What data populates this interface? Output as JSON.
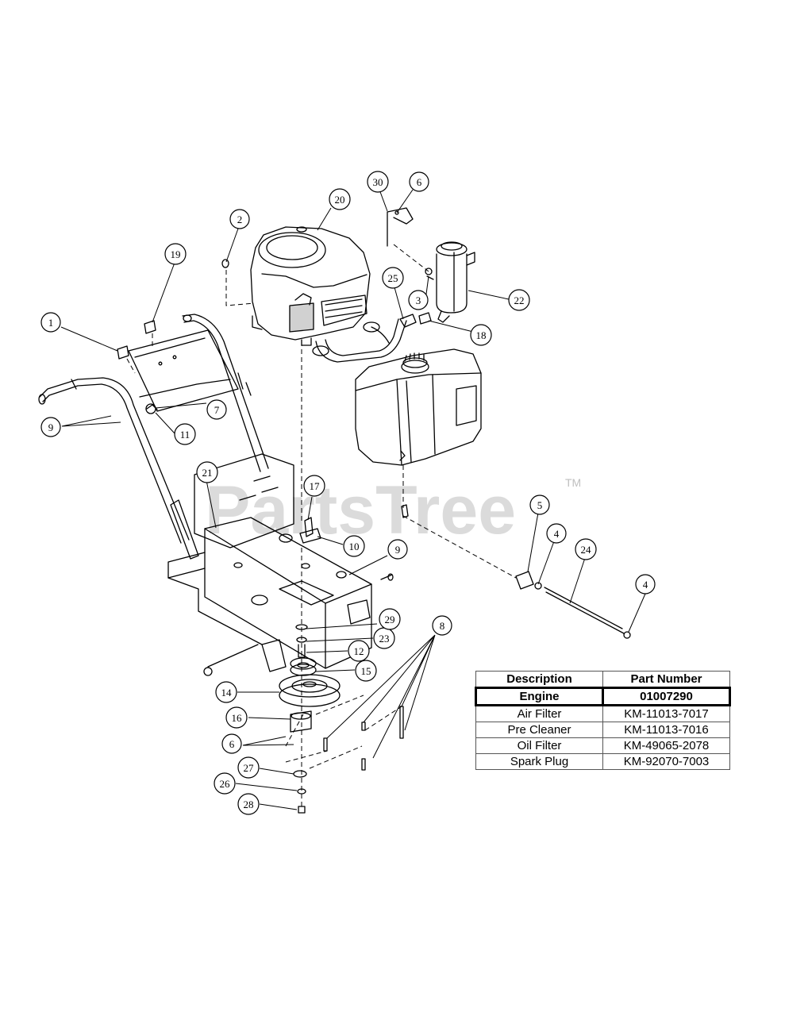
{
  "watermark": {
    "text": "PartsTree",
    "tm": "TM"
  },
  "callouts": [
    {
      "id": "c1",
      "label": "1"
    },
    {
      "id": "c2",
      "label": "2"
    },
    {
      "id": "c3",
      "label": "3"
    },
    {
      "id": "c4a",
      "label": "4"
    },
    {
      "id": "c4b",
      "label": "4"
    },
    {
      "id": "c5",
      "label": "5"
    },
    {
      "id": "c6a",
      "label": "6"
    },
    {
      "id": "c6b",
      "label": "6"
    },
    {
      "id": "c7",
      "label": "7"
    },
    {
      "id": "c8",
      "label": "8"
    },
    {
      "id": "c9a",
      "label": "9"
    },
    {
      "id": "c9b",
      "label": "9"
    },
    {
      "id": "c10",
      "label": "10"
    },
    {
      "id": "c11",
      "label": "11"
    },
    {
      "id": "c12",
      "label": "12"
    },
    {
      "id": "c14",
      "label": "14"
    },
    {
      "id": "c15",
      "label": "15"
    },
    {
      "id": "c16",
      "label": "16"
    },
    {
      "id": "c17",
      "label": "17"
    },
    {
      "id": "c18",
      "label": "18"
    },
    {
      "id": "c19",
      "label": "19"
    },
    {
      "id": "c20",
      "label": "20"
    },
    {
      "id": "c21",
      "label": "21"
    },
    {
      "id": "c22",
      "label": "22"
    },
    {
      "id": "c23",
      "label": "23"
    },
    {
      "id": "c24",
      "label": "24"
    },
    {
      "id": "c25",
      "label": "25"
    },
    {
      "id": "c26",
      "label": "26"
    },
    {
      "id": "c27",
      "label": "27"
    },
    {
      "id": "c28",
      "label": "28"
    },
    {
      "id": "c29",
      "label": "29"
    },
    {
      "id": "c30",
      "label": "30"
    }
  ],
  "table": {
    "headers": [
      "Description",
      "Part Number"
    ],
    "rows": [
      {
        "description": "Engine",
        "part_number": "01007290",
        "highlight": true
      },
      {
        "description": "Air Filter",
        "part_number": "KM-11013-7017",
        "highlight": false
      },
      {
        "description": "Pre Cleaner",
        "part_number": "KM-11013-7016",
        "highlight": false
      },
      {
        "description": "Oil Filter",
        "part_number": "KM-49065-2078",
        "highlight": false
      },
      {
        "description": "Spark Plug",
        "part_number": "KM-92070-7003",
        "highlight": false
      }
    ]
  }
}
